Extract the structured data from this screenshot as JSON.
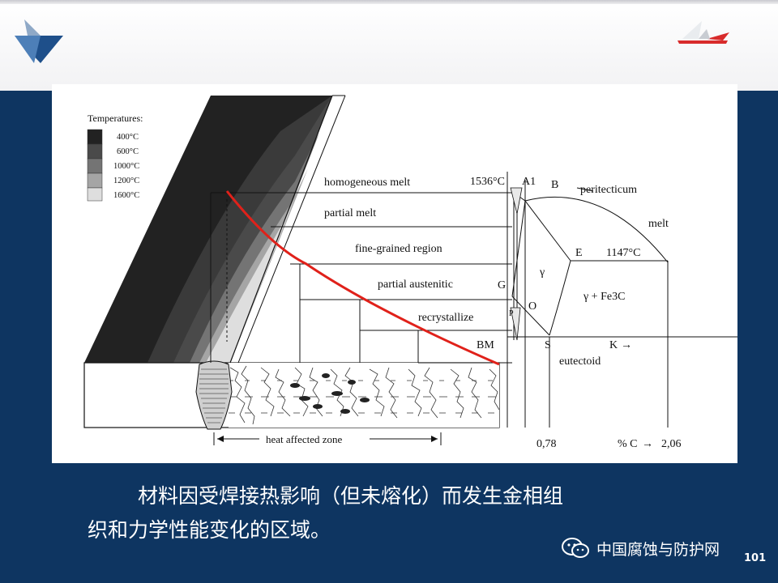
{
  "slide": {
    "page_number": "101",
    "caption_line1": "材料因受焊接热影响（但未熔化）而发生金相组",
    "caption_line2": "织和力学性能变化的区域。",
    "watermark": "中国腐蚀与防护网"
  },
  "colors": {
    "background": "#0e3561",
    "header": "#ffffff",
    "curve": "#e0211a",
    "logo_blue": "#1e4f8a",
    "logo_red": "#d82b2b"
  },
  "icons": {
    "logo_left": "arrowhead-logo",
    "logo_right": "wing-logo",
    "watermark": "wechat-icon"
  },
  "diagram": {
    "legend_title": "Temperatures:",
    "legend": [
      {
        "label": "400°C",
        "color": "#222222"
      },
      {
        "label": "600°C",
        "color": "#4a4a4a"
      },
      {
        "label": "1000°C",
        "color": "#747474"
      },
      {
        "label": "1200°C",
        "color": "#a5a5a5"
      },
      {
        "label": "1600°C",
        "color": "#dedede"
      }
    ],
    "zones": [
      "homogeneous melt",
      "partial melt",
      "fine-grained region",
      "partial austenitic",
      "recrystallize",
      "BM"
    ],
    "temperature_labels": {
      "melting": "1536°C",
      "eutectic": "1147°C"
    },
    "points": {
      "A1": "A1",
      "B": "B",
      "E": "E",
      "G": "G",
      "P": "P",
      "O": "O",
      "S": "S",
      "K": "K"
    },
    "phase_labels": {
      "peritecticum": "peritecticum",
      "melt": "melt",
      "gamma": "γ",
      "gamma_fe3c": "γ + Fe3C",
      "eutectoid": "eutectoid"
    },
    "axis_labels": {
      "s_value": "0,78",
      "carbon": "% C",
      "e_value": "2,06"
    },
    "arrow_glyph": "→",
    "haz_label": "heat affected zone"
  }
}
